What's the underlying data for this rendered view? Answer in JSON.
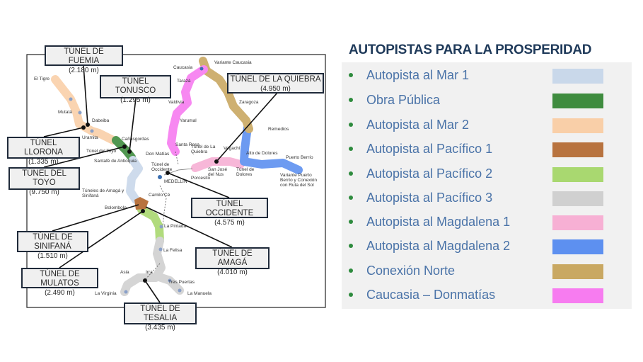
{
  "legend": {
    "title": "AUTOPISTAS PARA LA PROSPERIDAD",
    "items": [
      {
        "label": "Autopista al Mar 1",
        "color": "#c9d8ea"
      },
      {
        "label": "Obra Pública",
        "color": "#3f8c3f"
      },
      {
        "label": "Autopista al Mar 2",
        "color": "#f9cfa8"
      },
      {
        "label": "Autopista al Pacífico 1",
        "color": "#b8733f"
      },
      {
        "label": "Autopista al Pacífico 2",
        "color": "#a9d870"
      },
      {
        "label": "Autopista al Pacífico 3",
        "color": "#d0d0d0"
      },
      {
        "label": "Autopista al Magdalena 1",
        "color": "#f7b0d4"
      },
      {
        "label": "Autopista al Magdalena 2",
        "color": "#5d90f0"
      },
      {
        "label": "Conexión Norte",
        "color": "#c9a862"
      },
      {
        "label": "Caucasia – Donmatías",
        "color": "#f77cf0"
      }
    ]
  },
  "tunnels": [
    {
      "name": "TÚNEL DE FUEMIA",
      "length": "(2.180 m)"
    },
    {
      "name": "TÚNEL TONUSCO",
      "length": "(1.295 m)"
    },
    {
      "name": "TÚNEL DE LA QUIEBRA",
      "length": "(4.950 m)"
    },
    {
      "name": "TÚNEL LLORONA",
      "length": "(1.335 m)"
    },
    {
      "name": "TÚNEL DEL TOYO",
      "length": "(9.750 m)"
    },
    {
      "name": "TÚNEL OCCIDENTE",
      "length": "(4.575 m)"
    },
    {
      "name": "TÚNEL DE SINIFANÁ",
      "length": "(1.510 m)"
    },
    {
      "name": "TÚNEL DE AMAGÁ",
      "length": "(4.010 m)"
    },
    {
      "name": "TÚNEL DE MULATOS",
      "length": "(2.490 m)"
    },
    {
      "name": "TÚNEL DE TESALIA",
      "length": "(3.435 m)"
    }
  ],
  "places": [
    "El Tigre",
    "Mutatá",
    "Dabeiba",
    "Uramita",
    "Cañasgordas",
    "Túnel del Toyo",
    "Santafé de Antioquia",
    "Túneles de Amagá y Sinifaná",
    "Bolombolo",
    "Camilo Cé",
    "La Pintada",
    "La Felisa",
    "Asia",
    "Irra",
    "La Virginia",
    "Tres Puertas",
    "La Manuela",
    "Caucasia",
    "Variante Caucasia",
    "Tarazá",
    "Valdivia",
    "Yarumal",
    "Santa Rosa",
    "Don Matías",
    "Túnel de Occidente",
    "MEDELLÍN",
    "Túnel de La Quiebra",
    "Vegachí",
    "Porcesito",
    "San José del Nus",
    "Túnel de Dolores",
    "Alto de Dolores",
    "Zaragoza",
    "Remedios",
    "Puerto Berrío",
    "Variante Puerto Berrío y Conexión con Ruta del Sol"
  ]
}
